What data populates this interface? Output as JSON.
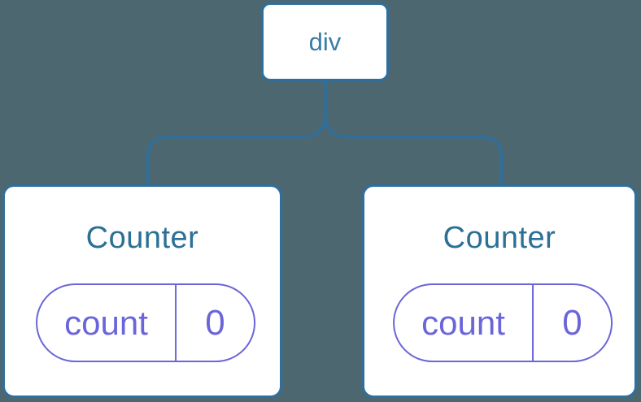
{
  "diagram": {
    "type": "component-tree",
    "background_color": "#4C6770",
    "connector_color": "#2E6F9E",
    "card_background": "#FFFFFF",
    "root_node": {
      "label": "div",
      "border_color": "#2E6F9E",
      "text_color": "#3B7CA8"
    },
    "children": [
      {
        "title": "Counter",
        "title_color": "#2B7095",
        "state_pill": {
          "key": "count",
          "value": "0",
          "accent_color": "#6B65DA"
        }
      },
      {
        "title": "Counter",
        "title_color": "#2B7095",
        "state_pill": {
          "key": "count",
          "value": "0",
          "accent_color": "#6B65DA"
        }
      }
    ]
  }
}
